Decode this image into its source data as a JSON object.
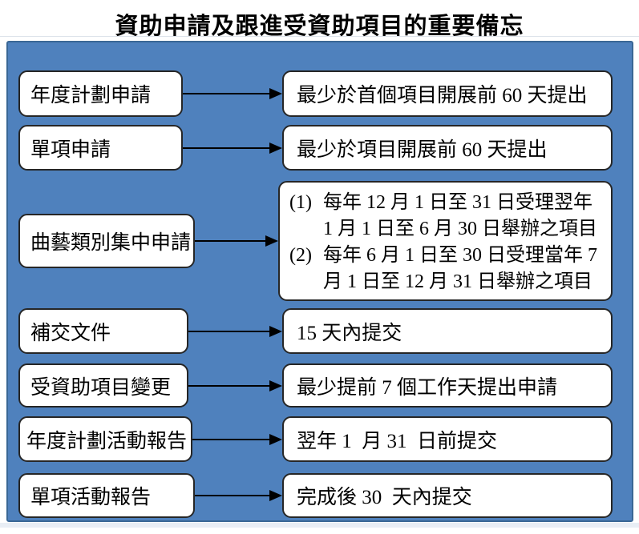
{
  "title": "資助申請及跟進受資助項目的重要備忘",
  "colors": {
    "panel_fill": "#4F81BD",
    "panel_border": "#3A6795",
    "box_fill": "#FFFFFF",
    "box_border": "#262626",
    "arrow": "#000000",
    "text": "#000000"
  },
  "rows": [
    {
      "label": "年度計劃申請",
      "note": "最少於首個項目開展前 60 天提出"
    },
    {
      "label": "單項申請",
      "note": "最少於項目開展前 60 天提出"
    },
    {
      "label": "曲藝類別集中申請",
      "note_items": [
        {
          "marker": "(1)",
          "lines": [
            "每年 12 月 1 日至 31 日受理翌年",
            "1 月 1 日至 6 月 30 日舉辦之項目"
          ]
        },
        {
          "marker": "(2)",
          "lines": [
            "每年 6 月 1 日至 30 日受理當年 7",
            "月 1 日至 12 月 31 日舉辦之項目"
          ]
        }
      ]
    },
    {
      "label": "補交文件",
      "note": "15 天內提交"
    },
    {
      "label": "受資助項目變更",
      "note": "最少提前 7 個工作天提出申請"
    },
    {
      "label": "年度計劃活動報告",
      "note": "翌年 1  月 31  日前提交"
    },
    {
      "label": "單項活動報告",
      "note": "完成後 30  天內提交"
    }
  ]
}
